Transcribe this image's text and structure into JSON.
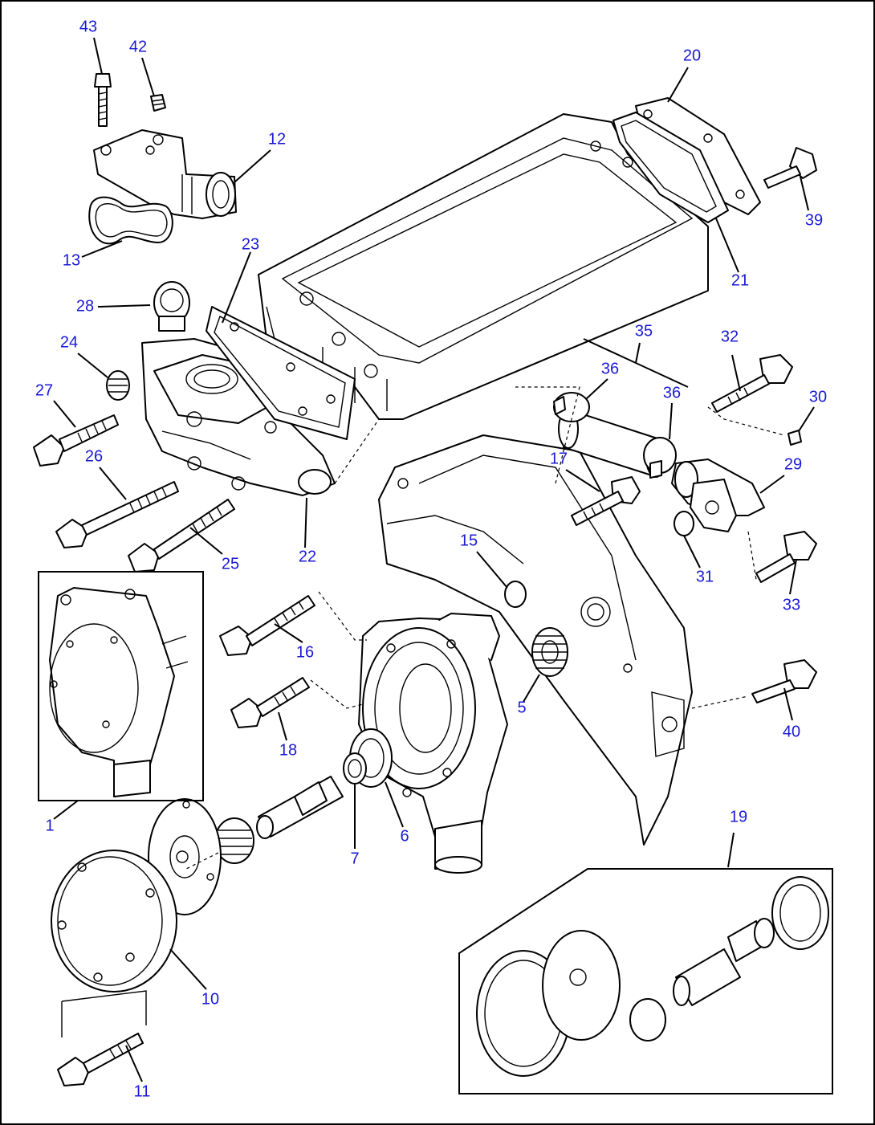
{
  "diagram": {
    "callouts": [
      {
        "id": "43",
        "label": "43"
      },
      {
        "id": "42",
        "label": "42"
      },
      {
        "id": "12",
        "label": "12"
      },
      {
        "id": "13",
        "label": "13"
      },
      {
        "id": "20",
        "label": "20"
      },
      {
        "id": "39",
        "label": "39"
      },
      {
        "id": "21",
        "label": "21"
      },
      {
        "id": "23",
        "label": "23"
      },
      {
        "id": "28",
        "label": "28"
      },
      {
        "id": "24",
        "label": "24"
      },
      {
        "id": "27",
        "label": "27"
      },
      {
        "id": "26",
        "label": "26"
      },
      {
        "id": "25",
        "label": "25"
      },
      {
        "id": "22",
        "label": "22"
      },
      {
        "id": "35",
        "label": "35"
      },
      {
        "id": "36a",
        "label": "36"
      },
      {
        "id": "36b",
        "label": "36"
      },
      {
        "id": "32",
        "label": "32"
      },
      {
        "id": "30",
        "label": "30"
      },
      {
        "id": "29",
        "label": "29"
      },
      {
        "id": "17",
        "label": "17"
      },
      {
        "id": "15",
        "label": "15"
      },
      {
        "id": "31",
        "label": "31"
      },
      {
        "id": "33",
        "label": "33"
      },
      {
        "id": "16",
        "label": "16"
      },
      {
        "id": "5",
        "label": "5"
      },
      {
        "id": "40",
        "label": "40"
      },
      {
        "id": "18",
        "label": "18"
      },
      {
        "id": "1",
        "label": "1"
      },
      {
        "id": "6",
        "label": "6"
      },
      {
        "id": "7",
        "label": "7"
      },
      {
        "id": "19",
        "label": "19"
      },
      {
        "id": "10",
        "label": "10"
      },
      {
        "id": "11",
        "label": "11"
      }
    ]
  },
  "colors": {
    "callout_text": "#1a1ad6",
    "line_art": "#000000",
    "background": "#ffffff"
  }
}
